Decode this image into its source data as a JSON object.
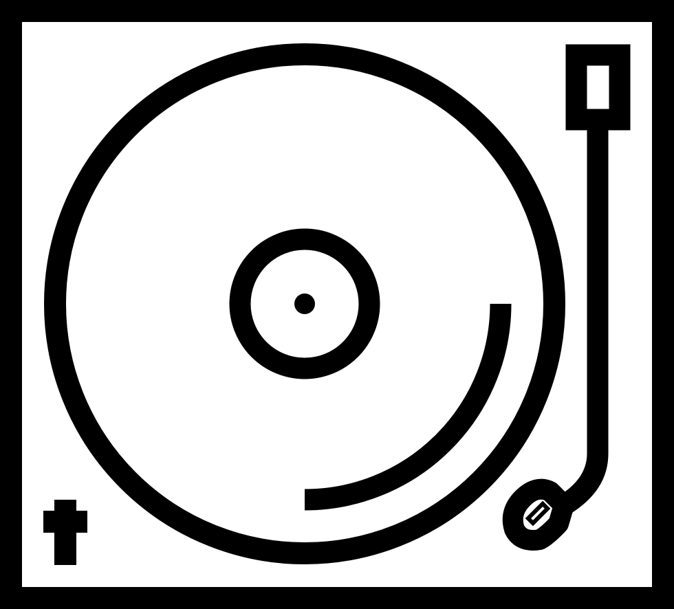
{
  "icon": {
    "name": "turntable-icon",
    "colors": {
      "ink": "#000000",
      "paper": "#ffffff"
    },
    "parts": [
      "outer-frame",
      "vinyl-record",
      "record-label",
      "spindle",
      "groove-arc",
      "tonearm-counterweight",
      "tonearm",
      "cartridge-headshell",
      "pitch-slider"
    ]
  }
}
